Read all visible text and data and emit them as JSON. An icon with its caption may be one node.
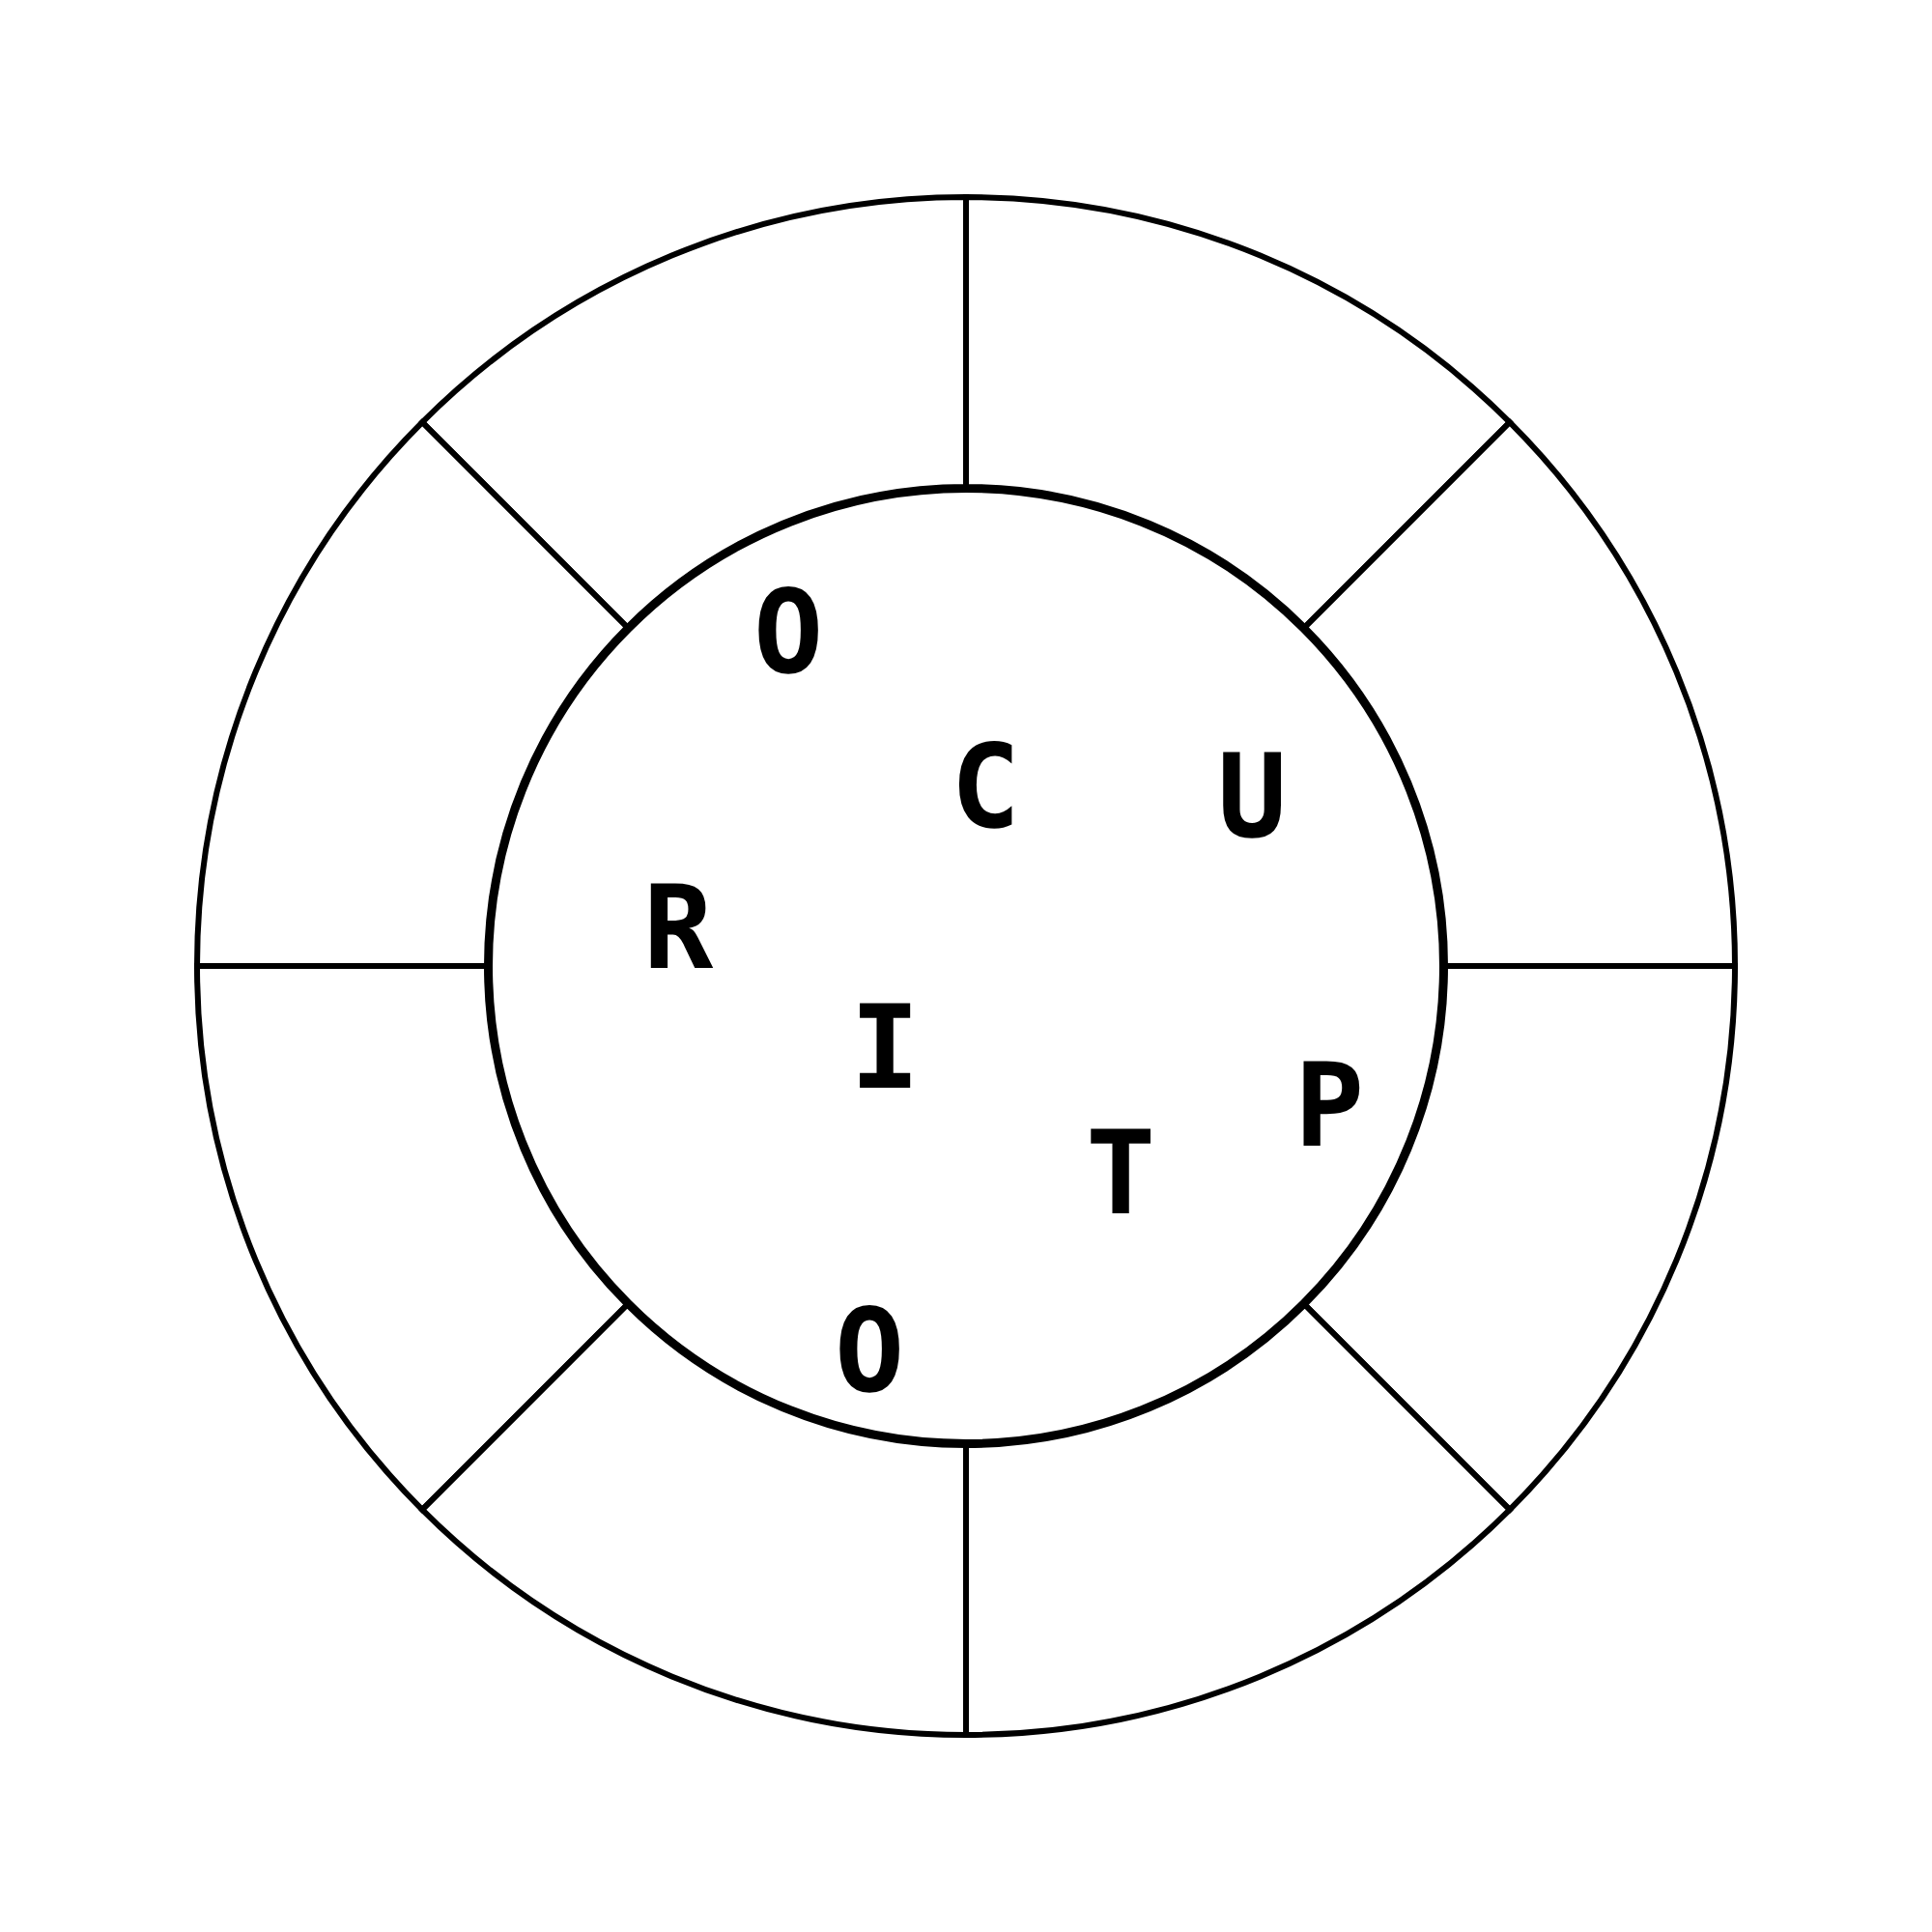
{
  "diagram": {
    "nodes": [
      {
        "text": [
          "O",
          "C",
          "U",
          "R",
          "I",
          "P",
          "T",
          "O"
        ]
      },
      {
        "text": [],
        "shape": "segment"
      },
      {
        "text": [],
        "shape": "segment"
      },
      {
        "text": [],
        "shape": "segment"
      },
      {
        "text": [],
        "shape": "segment"
      },
      {
        "text": [],
        "shape": "segment"
      },
      {
        "text": [],
        "shape": "segment"
      },
      {
        "text": [],
        "shape": "segment"
      },
      {
        "text": [],
        "shape": "segment"
      }
    ]
  }
}
